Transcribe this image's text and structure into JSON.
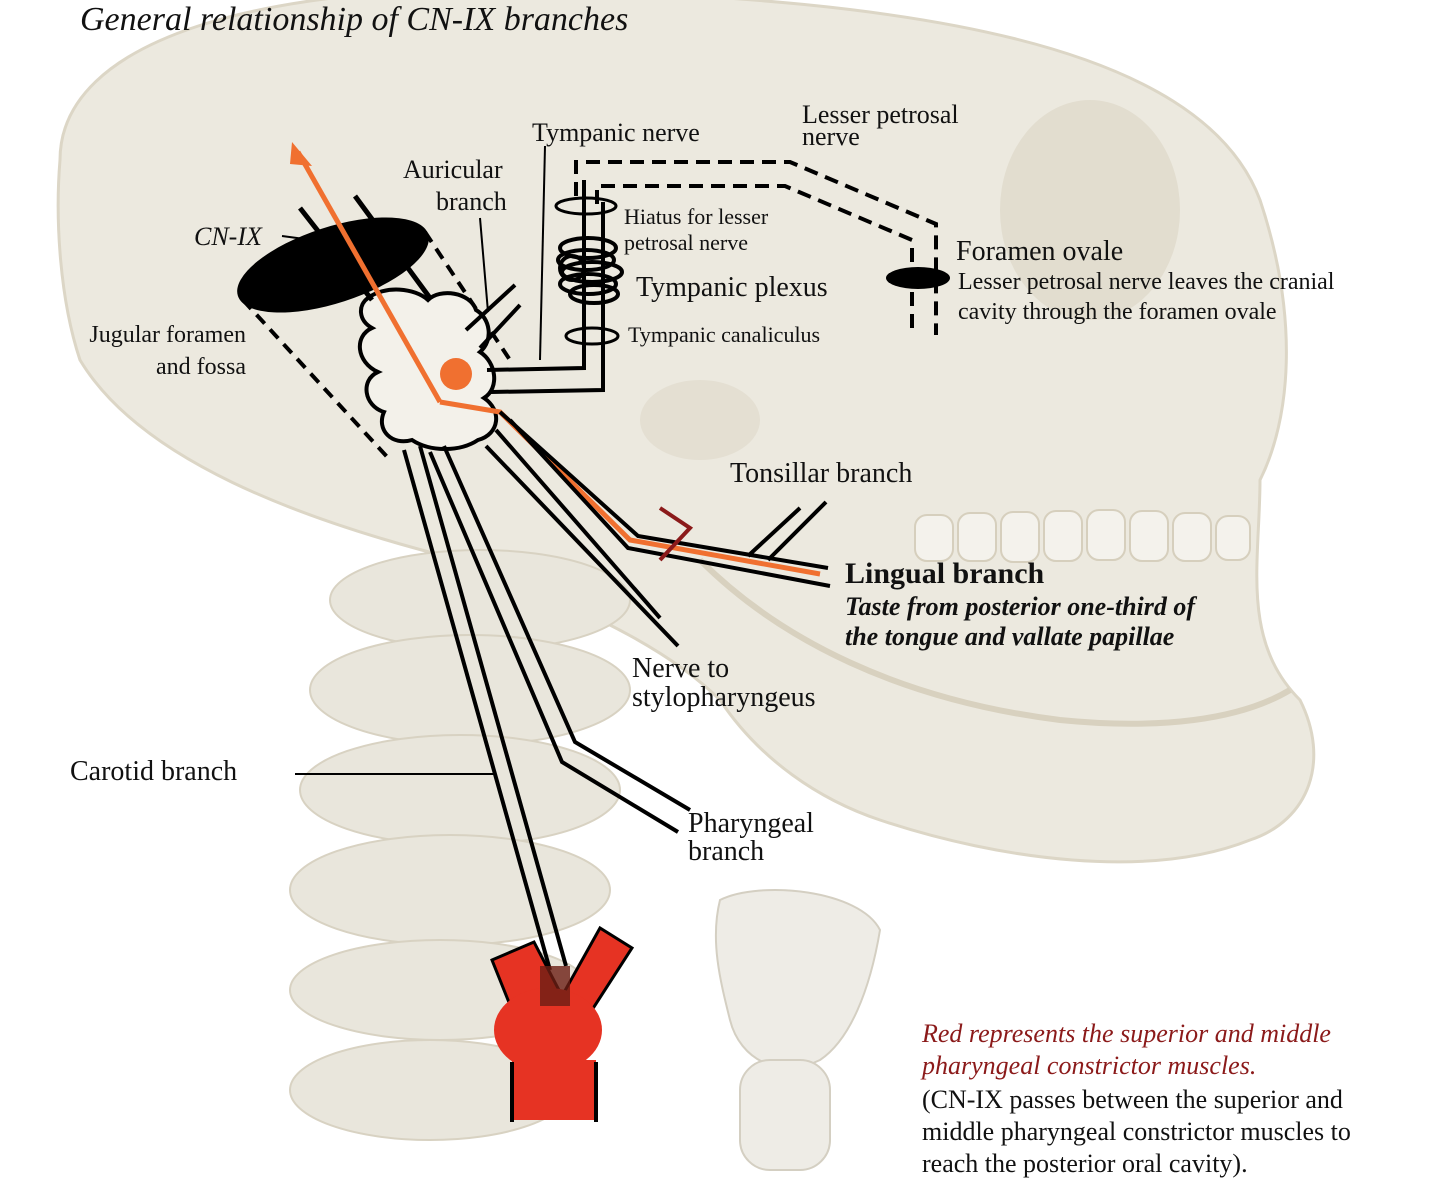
{
  "title": "General relationship of CN-IX branches",
  "labels": {
    "tympanic_nerve": "Tympanic nerve",
    "lesser_petrosal_1": "Lesser petrosal",
    "lesser_petrosal_2": "nerve",
    "auricular_1": "Auricular",
    "auricular_2": "branch",
    "cn_ix": "CN-IX",
    "hiatus_1": "Hiatus for lesser",
    "hiatus_2": "petrosal nerve",
    "tympanic_plexus": "Tympanic plexus",
    "tympanic_canaliculus": "Tympanic canaliculus",
    "foramen_ovale": "Foramen ovale",
    "foramen_note_1": "Lesser petrosal nerve  leaves the cranial",
    "foramen_note_2": "cavity through the foramen ovale",
    "jugular_1": "Jugular foramen",
    "jugular_2": "and fossa",
    "tonsillar": "Tonsillar branch",
    "lingual": "Lingual branch",
    "lingual_note_1": "Taste from posterior one-third of",
    "lingual_note_2": "the tongue and vallate papillae",
    "stylo_1": "Nerve to",
    "stylo_2": "stylopharyngeus",
    "carotid": "Carotid branch",
    "pharyngeal_1": "Pharyngeal",
    "pharyngeal_2": "branch"
  },
  "note": {
    "red_line_1": "Red represents the superior and middle",
    "red_line_2": "pharyngeal  constrictor muscles.",
    "black_line_1": "(CN-IX passes between the superior and",
    "black_line_2": "middle pharyngeal constrictor muscles to",
    "black_line_3": "reach the posterior oral cavity)."
  },
  "colors": {
    "nerve": "#000000",
    "taste_fiber": "#f07030",
    "muscle": "#e63323",
    "bone": "#e8e4d8",
    "note_red": "#8b1a1a"
  }
}
